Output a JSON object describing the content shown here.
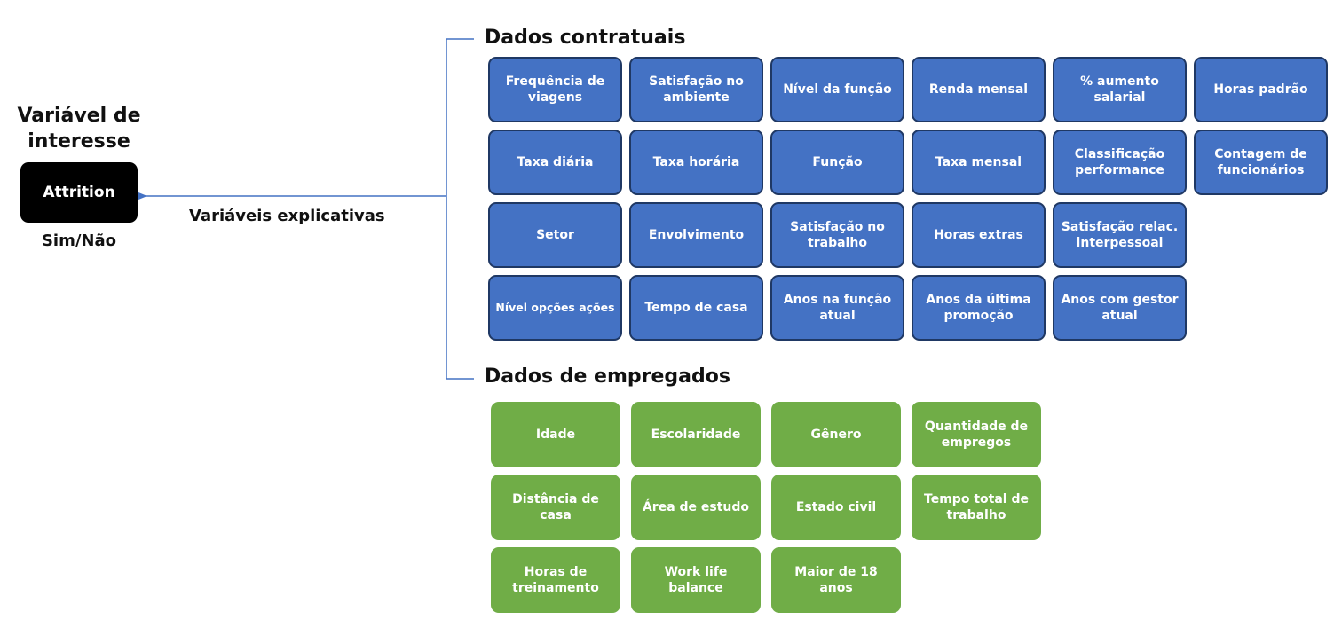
{
  "target": {
    "title_lines": [
      "Variável de",
      "interesse"
    ],
    "box_label": "Attrition",
    "subtitle": "Sim/Não"
  },
  "arrow_label": "Variáveis explicativas",
  "colors": {
    "target_box": "#000000",
    "contract_tile": "#4472C4",
    "contract_tile_border": "#1F3864",
    "employee_tile": "#70AD47",
    "connector": "#4472C4"
  },
  "contract": {
    "heading": "Dados contratuais",
    "tiles": [
      "Frequência de viagens",
      "Satisfação no ambiente",
      "Nível da função",
      "Renda mensal",
      "% aumento salarial",
      "Horas padrão",
      "Taxa diária",
      "Taxa horária",
      "Função",
      "Taxa mensal",
      "Classificação performance",
      "Contagem de funcionários",
      "Setor",
      "Envolvimento",
      "Satisfação no trabalho",
      "Horas extras",
      "Satisfação relac. interpessoal",
      "Nível opções ações",
      "Tempo de casa",
      "Anos na função atual",
      "Anos da última promoção",
      "Anos com gestor atual"
    ]
  },
  "employee": {
    "heading": "Dados de empregados",
    "tiles": [
      "Idade",
      "Escolaridade",
      "Gênero",
      "Quantidade de empregos",
      "Distância de casa",
      "Área de estudo",
      "Estado civil",
      "Tempo total de trabalho",
      "Horas de treinamento",
      "Work life balance",
      "Maior de 18 anos"
    ]
  }
}
